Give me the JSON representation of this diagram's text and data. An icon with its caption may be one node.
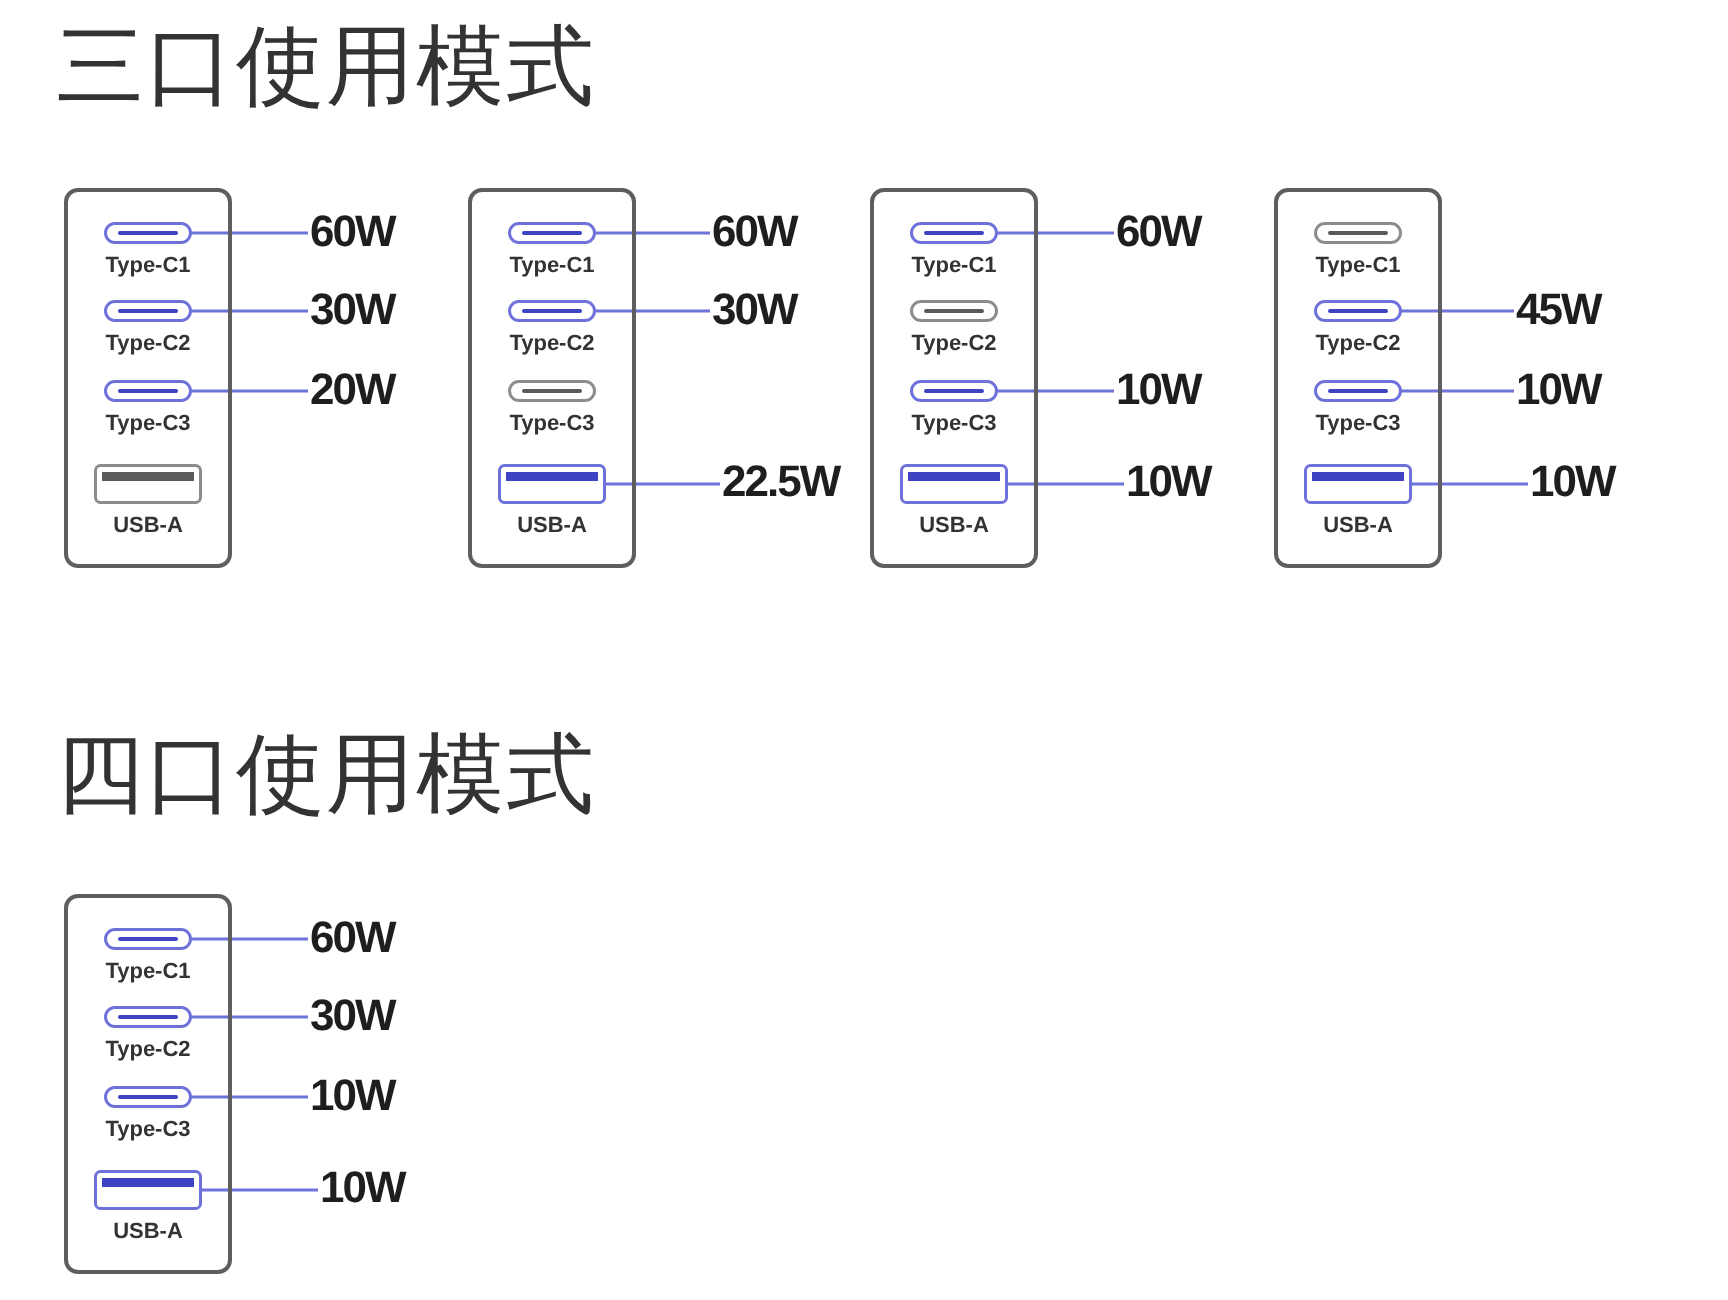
{
  "diagram": {
    "nodes": [
      {
        "text": [],
        "shape": "box"
      },
      {
        "text": [
          "Type-C1"
        ],
        "in": 0
      },
      {
        "text": [
          "Type-C2"
        ],
        "in": 0
      },
      {
        "text": [
          "Type-C3"
        ],
        "in": 0
      },
      {
        "text": [
          "USB-A"
        ],
        "in": 0
      },
      {
        "text": [
          "60W"
        ]
      },
      {
        "text": [
          "30W"
        ]
      },
      {
        "text": [
          "20W"
        ]
      },
      {
        "text": [],
        "shape": "box"
      },
      {
        "text": [
          "Type-C1"
        ],
        "in": 8
      },
      {
        "text": [
          "Type-C2"
        ],
        "in": 8
      },
      {
        "text": [
          "Type-C3"
        ],
        "in": 8
      },
      {
        "text": [
          "USB-A"
        ],
        "in": 8
      },
      {
        "text": [
          "60W"
        ]
      },
      {
        "text": [
          "30W"
        ]
      },
      {
        "text": [
          "22.5W"
        ]
      },
      {
        "text": [],
        "shape": "box"
      },
      {
        "text": [
          "Type-C1"
        ],
        "in": 16
      },
      {
        "text": [
          "Type-C2"
        ],
        "in": 16
      },
      {
        "text": [
          "Type-C3"
        ],
        "in": 16
      },
      {
        "text": [
          "USB-A"
        ],
        "in": 16
      },
      {
        "text": [
          "60W"
        ]
      },
      {
        "text": [
          "10W"
        ]
      },
      {
        "text": [
          "10W"
        ]
      },
      {
        "text": [],
        "shape": "box"
      },
      {
        "text": [
          "Type-C1"
        ],
        "in": 24
      },
      {
        "text": [
          "Type-C2"
        ],
        "in": 24
      },
      {
        "text": [
          "Type-C3"
        ],
        "in": 24
      },
      {
        "text": [
          "USB-A"
        ],
        "in": 24
      },
      {
        "text": [
          "45W"
        ]
      },
      {
        "text": [
          "10W"
        ]
      },
      {
        "text": [
          "10W"
        ]
      },
      {
        "text": [],
        "shape": "box"
      },
      {
        "text": [
          "Type-C1"
        ],
        "in": 32
      },
      {
        "text": [
          "Type-C2"
        ],
        "in": 32
      },
      {
        "text": [
          "Type-C3"
        ],
        "in": 32
      },
      {
        "text": [
          "USB-A"
        ],
        "in": 32
      },
      {
        "text": [
          "60W"
        ]
      },
      {
        "text": [
          "30W"
        ]
      },
      {
        "text": [
          "10W"
        ]
      },
      {
        "text": [
          "10W"
        ]
      }
    ],
    "edges": [
      {
        "from": 1,
        "to": 5,
        "arrow": "none"
      },
      {
        "from": 2,
        "to": 6,
        "arrow": "none"
      },
      {
        "from": 3,
        "to": 7,
        "arrow": "none"
      },
      {
        "from": 9,
        "to": 13,
        "arrow": "none"
      },
      {
        "from": 10,
        "to": 14,
        "arrow": "none"
      },
      {
        "from": 12,
        "to": 15,
        "arrow": "none"
      },
      {
        "from": 17,
        "to": 21,
        "arrow": "none"
      },
      {
        "from": 19,
        "to": 22,
        "arrow": "none"
      },
      {
        "from": 20,
        "to": 23,
        "arrow": "none"
      },
      {
        "from": 26,
        "to": 29,
        "arrow": "none"
      },
      {
        "from": 27,
        "to": 30,
        "arrow": "none"
      },
      {
        "from": 28,
        "to": 31,
        "arrow": "none"
      },
      {
        "from": 33,
        "to": 37,
        "arrow": "none"
      },
      {
        "from": 34,
        "to": 38,
        "arrow": "none"
      },
      {
        "from": 35,
        "to": 39,
        "arrow": "none"
      },
      {
        "from": 36,
        "to": 40,
        "arrow": "none"
      }
    ],
    "labels": [
      "三口使用模式",
      "四口使用模式"
    ]
  }
}
